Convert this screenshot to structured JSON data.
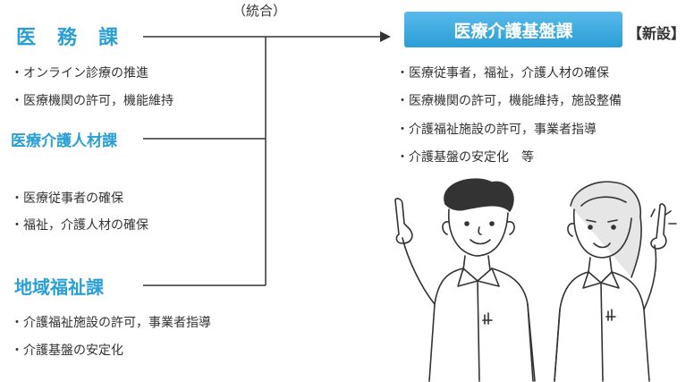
{
  "merge_label": "（統合）",
  "departments": [
    {
      "name": "医　務　課",
      "bullets": [
        "・オンライン診療の推進",
        "・医療機関の許可，機能維持"
      ]
    },
    {
      "name": "医療介護人材課",
      "bullets": [
        "・医療従事者の確保",
        "・福祉，介護人材の確保"
      ]
    },
    {
      "name": "地域福祉課",
      "bullets": [
        "・介護福祉施設の許可，事業者指導",
        "・介護基盤の安定化"
      ]
    }
  ],
  "new_department": {
    "name": "医療介護基盤課",
    "tag": "【新設】",
    "bullets": [
      "・医療従事者，福祉，介護人材の確保",
      "・医療機関の許可，機能維持，施設整備",
      "・介護福祉施設の許可，事業者指導",
      "・介護基盤の安定化　等"
    ]
  },
  "colors": {
    "accent": "#2a9fd6",
    "accent_light": "#59b9eb",
    "text": "#333333"
  }
}
